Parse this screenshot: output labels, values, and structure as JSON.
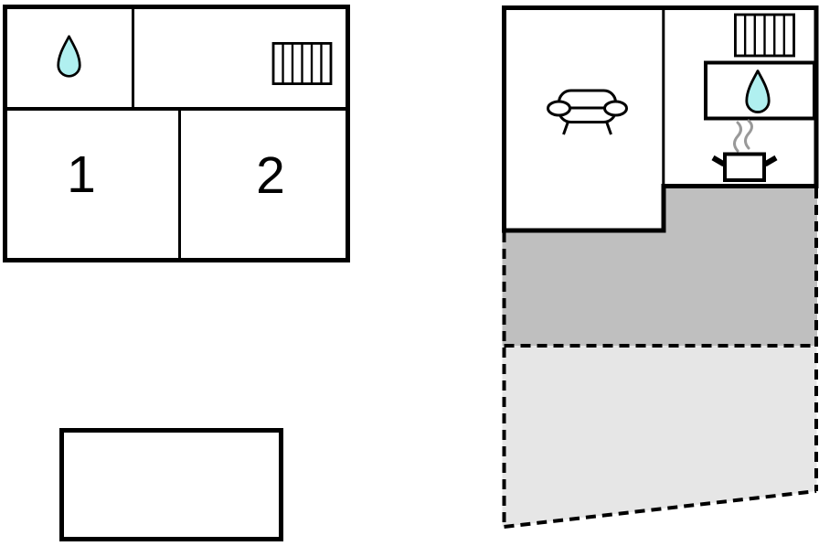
{
  "page": {
    "type": "vacation-home-floor-plan",
    "background": "#ffffff"
  },
  "colors": {
    "wall": "#000000",
    "water": "#b0f0f0",
    "terrace_covered": "#bfbfbf",
    "terrace_open": "#e6e6e6",
    "steam": "#999999"
  },
  "building_left": {
    "rooms": {
      "bathroom": {
        "icon": "water-drop-icon"
      },
      "radiator_room": {
        "icon": "radiator-icon"
      },
      "room1": {
        "label": "1"
      },
      "room2": {
        "label": "2"
      }
    }
  },
  "building_right": {
    "living_room": {
      "icon": "sofa-icon"
    },
    "kitchen_bathroom": {
      "icons": [
        "radiator-icon",
        "water-drop-icon",
        "steam-icon",
        "cooking-pot-icon"
      ]
    },
    "terraces": [
      {
        "name": "covered-terrace",
        "shade": "dark",
        "border": "dashed"
      },
      {
        "name": "open-terrace",
        "shade": "light",
        "border": "dashed"
      }
    ]
  }
}
